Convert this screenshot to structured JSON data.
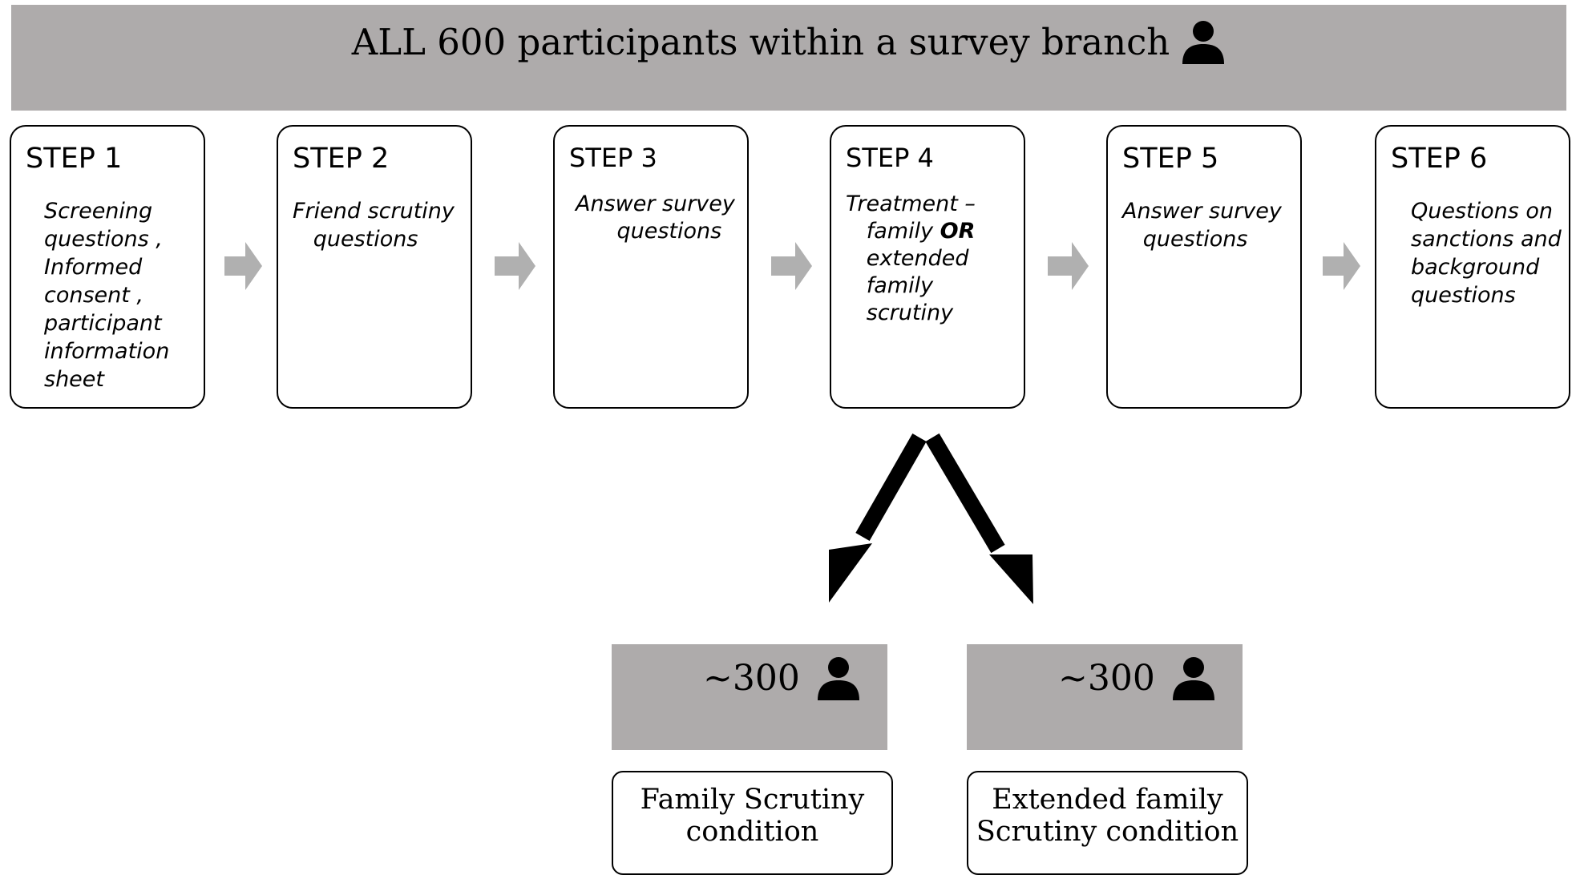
{
  "banner": {
    "text": "ALL 600 participants within a survey branch",
    "icon": "person-icon"
  },
  "steps": [
    {
      "title": "STEP 1",
      "description": "Screening\nquestions ,\nInformed\nconsent ,\nparticipant\ninformation\nsheet"
    },
    {
      "title": "STEP 2",
      "description": "Friend scrutiny\n   questions"
    },
    {
      "title": "STEP 3",
      "description": "Answer survey\n      questions"
    },
    {
      "title": "STEP 4",
      "description_prefix": "Treatment –\n   family ",
      "description_emphasis": "OR",
      "description_suffix": "\n   extended\n   family\n   scrutiny"
    },
    {
      "title": "STEP 5",
      "description": "Answer survey\n   questions"
    },
    {
      "title": "STEP 6",
      "description": "Questions on\nsanctions and\nbackground\nquestions"
    }
  ],
  "groups": [
    {
      "count": "~300",
      "icon": "person-icon",
      "condition": "Family Scrutiny\ncondition"
    },
    {
      "count": "~300",
      "icon": "person-icon",
      "condition": "Extended family\nScrutiny condition"
    }
  ],
  "colors": {
    "banner_fill": "#aeabab",
    "flow_arrow": "#b0b0b0",
    "split_arrow": "#000000"
  }
}
